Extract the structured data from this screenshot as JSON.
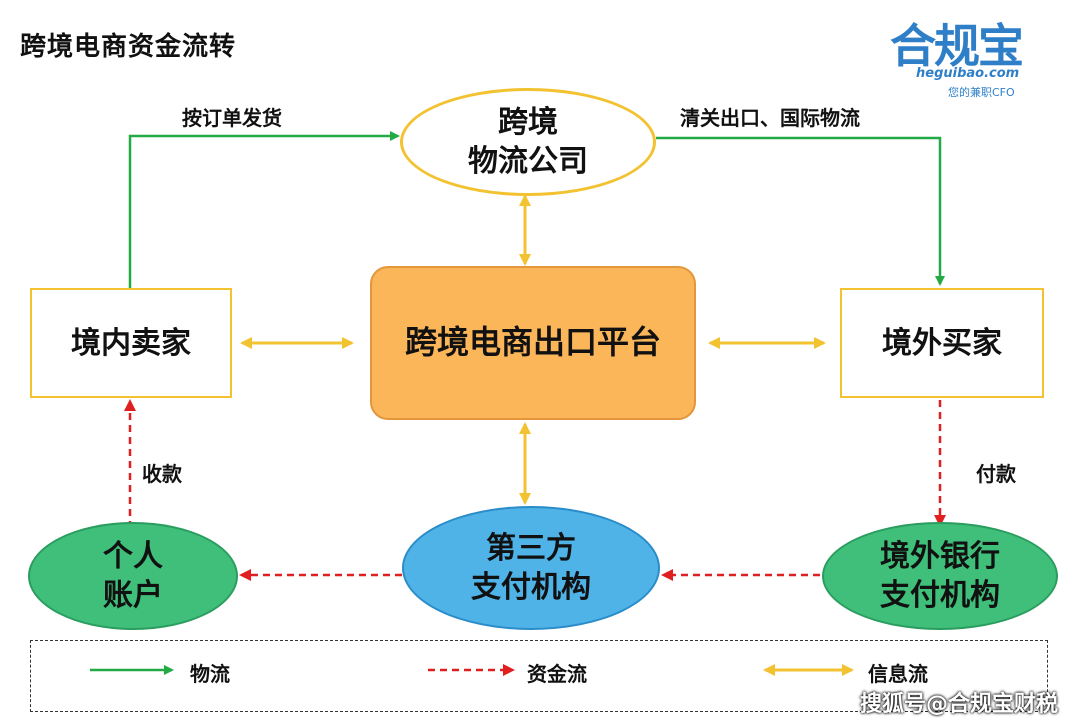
{
  "title": "跨境电商资金流转",
  "logo": {
    "brand": "合规宝",
    "url": "heguibao.com",
    "tagline": "您的兼职CFO"
  },
  "nodes": {
    "logistics": [
      "跨境",
      "物流公司"
    ],
    "platform": "跨境电商出口平台",
    "domestic_seller": "境内卖家",
    "overseas_buyer": "境外买家",
    "personal_account": [
      "个人",
      "账户"
    ],
    "third_party_payment": [
      "第三方",
      "支付机构"
    ],
    "overseas_bank": [
      "境外银行",
      "支付机构"
    ]
  },
  "edge_labels": {
    "ship_by_order": "按订单发货",
    "customs_export": "清关出口、国际物流",
    "receive_payment": "收款",
    "make_payment": "付款"
  },
  "legend": {
    "logistics_flow": "物流",
    "fund_flow": "资金流",
    "info_flow": "信息流"
  },
  "colors": {
    "logistics_flow": "#22aa44",
    "fund_flow": "#e02020",
    "info_flow": "#f2c230"
  },
  "footer_watermark": "搜狐号@合规宝财税"
}
